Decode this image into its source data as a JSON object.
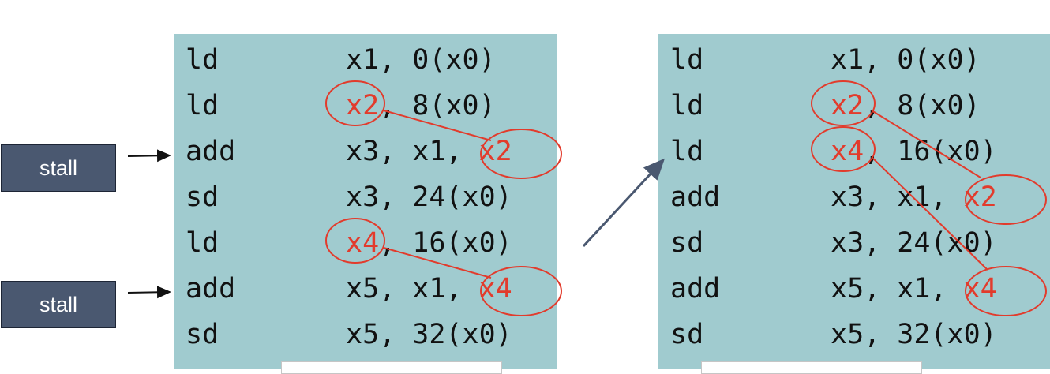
{
  "stall_labels": [
    "stall",
    "stall"
  ],
  "left_panel": {
    "rows": [
      {
        "op": "ld",
        "pre": "x1, 0(x0)",
        "hl": "",
        "post": ""
      },
      {
        "op": "ld",
        "pre": "",
        "hl": "x2",
        "post": ", 8(x0)"
      },
      {
        "op": "add",
        "pre": "x3, x1, ",
        "hl": "x2",
        "post": ""
      },
      {
        "op": "sd",
        "pre": "x3, 24(x0)",
        "hl": "",
        "post": ""
      },
      {
        "op": "ld",
        "pre": "",
        "hl": "x4",
        "post": ", 16(x0)"
      },
      {
        "op": "add",
        "pre": "x5, x1, ",
        "hl": "x4",
        "post": ""
      },
      {
        "op": "sd",
        "pre": "x5, 32(x0)",
        "hl": "",
        "post": ""
      }
    ]
  },
  "right_panel": {
    "rows": [
      {
        "op": "ld",
        "pre": "x1, 0(x0)",
        "hl": "",
        "post": ""
      },
      {
        "op": "ld",
        "pre": "",
        "hl": "x2",
        "post": ", 8(x0)"
      },
      {
        "op": "ld",
        "pre": "",
        "hl": "x4",
        "post": ", 16(x0)"
      },
      {
        "op": "add",
        "pre": "x3, x1, ",
        "hl": "x2",
        "post": ""
      },
      {
        "op": "sd",
        "pre": "x3, 24(x0)",
        "hl": "",
        "post": ""
      },
      {
        "op": "add",
        "pre": "x5, x1, ",
        "hl": "x4",
        "post": ""
      },
      {
        "op": "sd",
        "pre": "x5, 32(x0)",
        "hl": "",
        "post": ""
      }
    ]
  },
  "colors": {
    "panel": "#a0cbcf",
    "highlight": "#e23b2c",
    "stall_box": "#4a5870",
    "arrow": "#4a5870"
  }
}
